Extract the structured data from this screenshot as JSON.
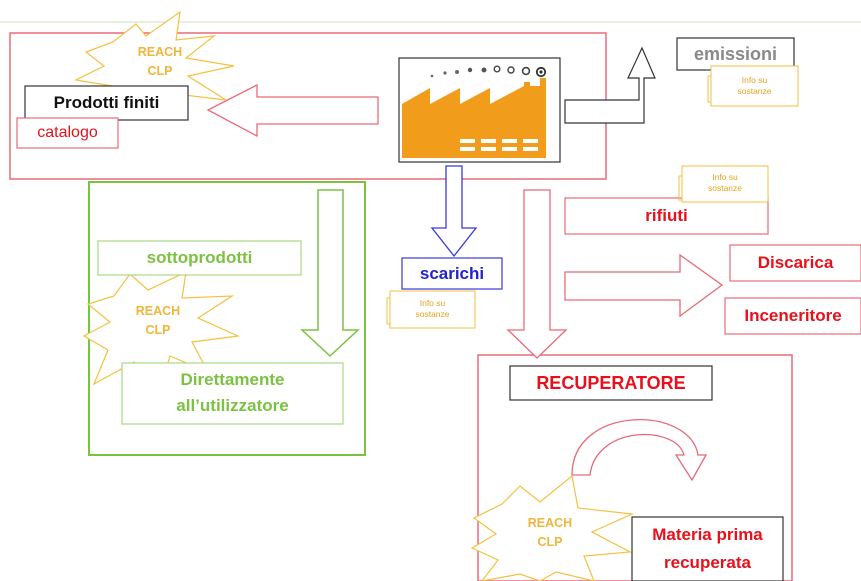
{
  "labels": {
    "prodotti_finiti": "Prodotti finiti",
    "catalogo": "catalogo",
    "emissioni": "emissioni",
    "sottoprodotti": "sottoprodotti",
    "direttamente": "Direttamente",
    "all_utilizzatore": "all’utilizzatore",
    "scarichi": "scarichi",
    "rifiuti": "rifiuti",
    "discarica": "Discarica",
    "inceneritore": "Inceneritore",
    "recuperatore": "RECUPERATORE",
    "materia_prima": "Materia prima",
    "recuperata": "recuperata"
  },
  "info_note": {
    "line1": "Info su",
    "line2": "sostanze"
  },
  "burst": {
    "line1": "REACH",
    "line2": "CLP"
  },
  "colors": {
    "red": "#e8111b",
    "green": "#7cc242",
    "blue": "#2324c8",
    "orange": "#f19c1b",
    "grey": "#8a8a8a",
    "burst": "#f5c040",
    "pink_line": "#e86a78"
  },
  "icons": [
    "factory-icon",
    "reach-clp-burst-icon",
    "curved-arrow-icon"
  ]
}
